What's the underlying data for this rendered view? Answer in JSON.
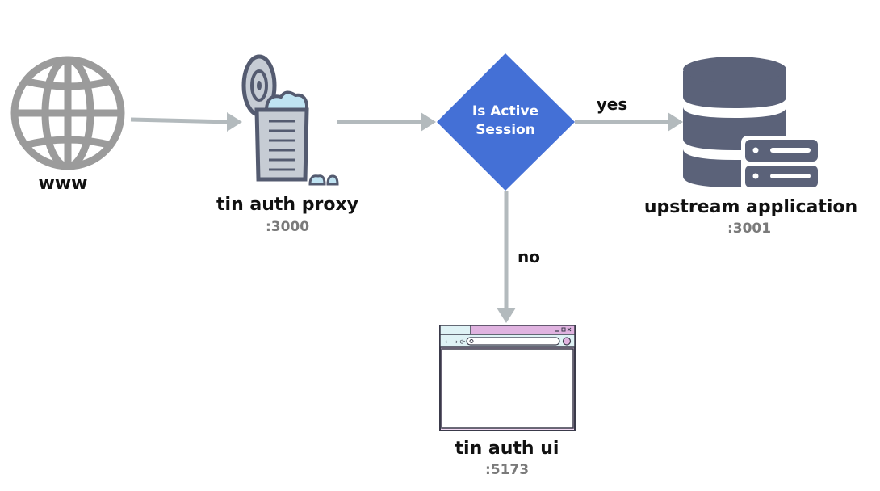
{
  "nodes": {
    "www": {
      "label": "www",
      "icon": "globe-icon"
    },
    "proxy": {
      "label": "tin auth proxy",
      "port": ":3000",
      "icon": "trash-can-icon"
    },
    "decision": {
      "line1": "Is Active",
      "line2": "Session",
      "color": "#4470d6"
    },
    "upstream": {
      "label": "upstream application",
      "port": ":3001",
      "icon": "database-server-icon"
    },
    "ui": {
      "label": "tin auth ui",
      "port": ":5173",
      "icon": "browser-window-icon"
    }
  },
  "edges": {
    "yes": "yes",
    "no": "no"
  },
  "colors": {
    "arrow": "#b3babd",
    "globe": "#9b9b9b",
    "database": "#5b6279",
    "browser_frame": "#c984c9",
    "browser_bar": "#dff2f5"
  }
}
